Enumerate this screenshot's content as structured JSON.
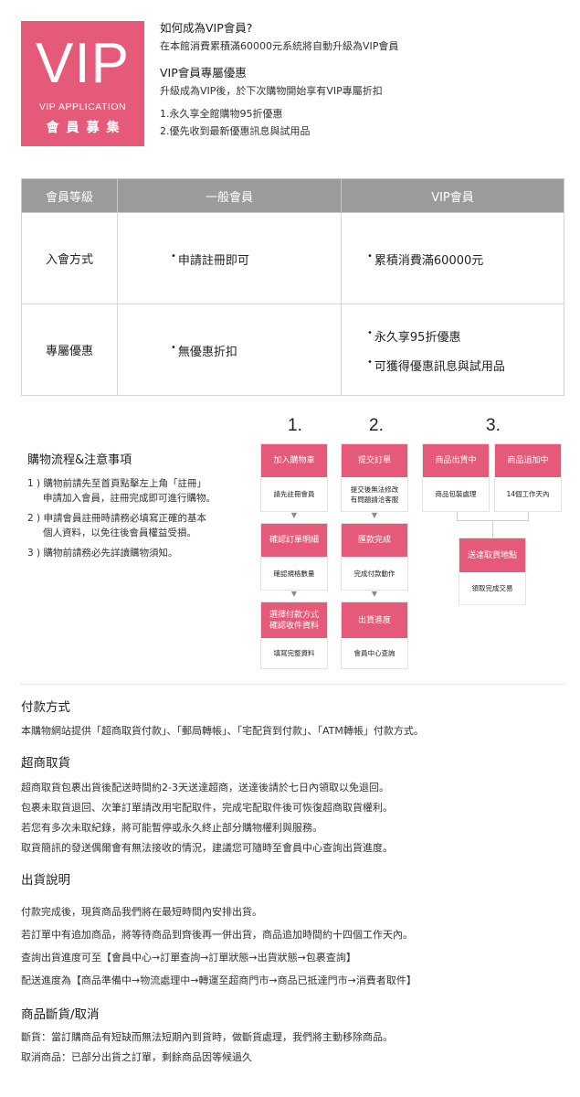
{
  "vip": {
    "big": "VIP",
    "app": "VIP APPLICATION",
    "recruit": "會員募集",
    "q_title": "如何成為VIP會員?",
    "q_text": "在本館消費累積滿60000元系統將自動升級為VIP會員",
    "perk_title": "VIP會員專屬優惠",
    "perk_text": "升級成為VIP後，於下次購物開始享有VIP專屬折扣",
    "perk_1": "1.永久享全館購物95折優惠",
    "perk_2": "2.優先收到最新優惠訊息與試用品"
  },
  "table": {
    "headers": [
      "會員等級",
      "一般會員",
      "VIP會員"
    ],
    "rows": [
      {
        "label": "入會方式",
        "general": [
          "申請註冊即可"
        ],
        "vip": [
          "累積消費滿60000元"
        ]
      },
      {
        "label": "專屬優惠",
        "general": [
          "無優惠折扣"
        ],
        "vip": [
          "永久享95折優惠",
          "可獲得優惠訊息與試用品"
        ]
      }
    ]
  },
  "flow": {
    "title": "購物流程&注意事項",
    "notes": [
      {
        "a": "1 ) 購物前請先至首頁點擊左上角「註冊」",
        "b": "申請加入會員，註冊完成即可進行購物。"
      },
      {
        "a": "2 ) 申請會員註冊時請務必填寫正確的基本",
        "b": "個人資料，以免往後會員權益受損。"
      },
      {
        "a": "3 ) 購物前請務必先詳讀購物須知。",
        "b": ""
      }
    ],
    "steps": [
      "1.",
      "2.",
      "3."
    ],
    "boxes": {
      "add_cart": {
        "head": "加入購物車",
        "body": "請先註冊會員"
      },
      "confirm_order": {
        "head": "確認訂單明細",
        "body": "確認規格數量"
      },
      "payment": {
        "head": "選擇付款方式\n確認收件資料",
        "body": "填寫完整資料"
      },
      "submit_order": {
        "head": "提交訂單",
        "body": "提交後無法修改\n有問題請洽客服"
      },
      "remit": {
        "head": "匯款完成",
        "body": "完成付款動作"
      },
      "ship_progress": {
        "head": "出貨進度",
        "body": "會員中心查詢"
      },
      "shipped": {
        "head": "商品出貨中",
        "body": "商品包裝處理"
      },
      "adding": {
        "head": "商品追加中",
        "body": "14個工作天內"
      },
      "delivered": {
        "head": "送達取貨地點",
        "body": "領取完成交易"
      }
    },
    "arrow": "▼"
  },
  "payment": {
    "title": "付款方式",
    "text": "本購物網站提供「超商取貨付款」、「郵局轉帳」、「宅配貨到付款」、「ATM轉帳」付款方式。"
  },
  "store_pickup": {
    "title": "超商取貨",
    "lines": [
      "超商取貨包裹出貨後配送時間約2-3天送達超商，送達後請於七日內領取以免退回。",
      "包裹未取貨退回、次筆訂單請改用宅配取件，完成宅配取件後可恢復超商取貨權利。",
      "若您有多次未取紀錄，將可能暫停或永久終止部分購物權利與服務。",
      "取貨簡訊的發送偶爾會有無法接收的情況，建議您可隨時至會員中心查詢出貨進度。"
    ]
  },
  "shipping": {
    "title": "出貨說明",
    "lines": [
      "付款完成後，現貨商品我們將在最短時間內安排出貨。",
      "若訂單中有追加商品，將等待商品到齊後再一併出貨，商品追加時間約十四個工作天內。",
      "查詢出貨進度可至【會員中心→訂單查詢→訂單狀態→出貨狀態→包裹查詢】",
      "配送進度為【商品準備中→物流處理中→轉運至超商門市→商品已抵達門市→消費者取件】"
    ]
  },
  "stockout": {
    "title": "商品斷貨/取消",
    "lines": [
      "斷貨：當訂購商品有短缺而無法短期內到貨時，做斷貨處理，我們將主動移除商品。",
      "取消商品：已部分出貨之訂單，剩餘商品因等候過久"
    ]
  }
}
